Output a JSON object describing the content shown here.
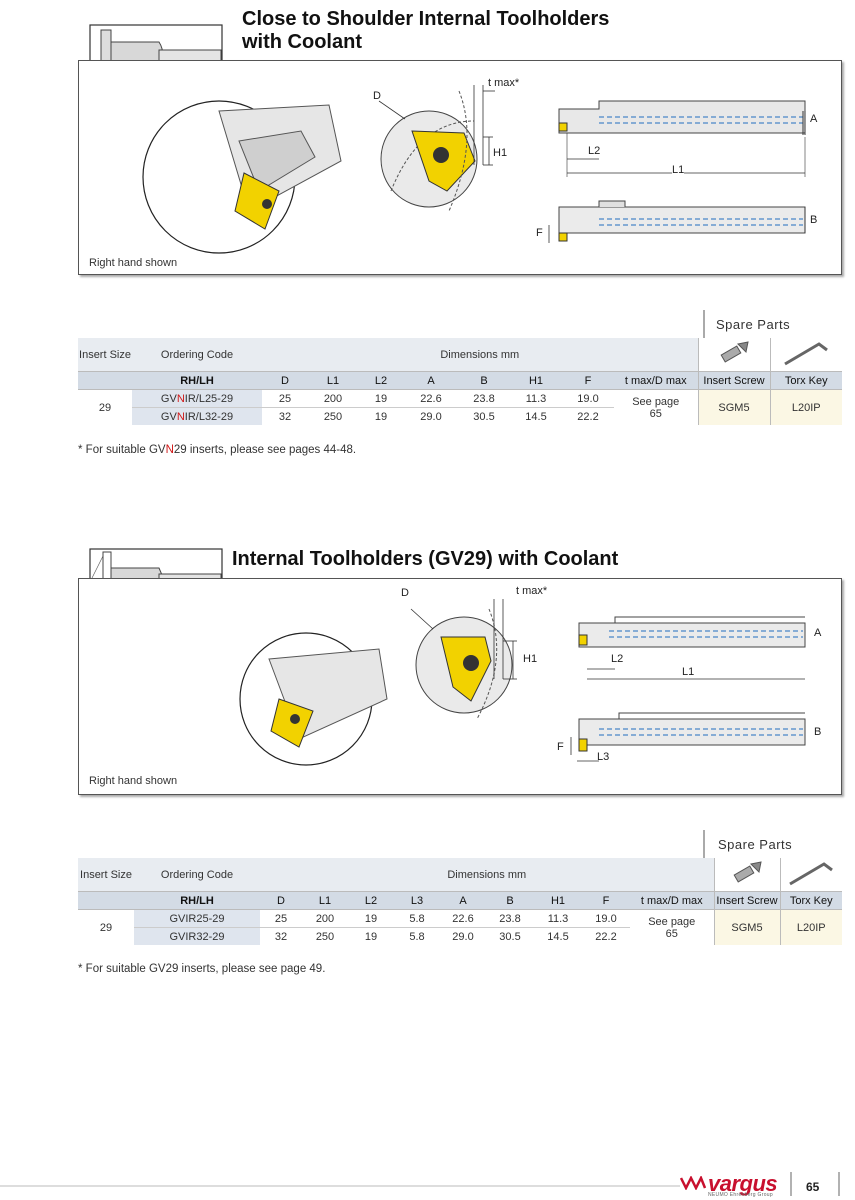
{
  "sections": [
    {
      "title_line1": "Close to Shoulder Internal Toolholders",
      "title_line2": "with Coolant",
      "figure": {
        "caption": "Right hand shown",
        "labels": {
          "d": "D",
          "tmax": "t max*",
          "h1": "H1",
          "a": "A",
          "b": "B",
          "f": "F",
          "l1": "L1",
          "l2": "L2"
        }
      },
      "spare_parts_title": "Spare Parts",
      "headers": {
        "insert_size": "Insert Size",
        "ordering_code": "Ordering Code",
        "dimensions": "Dimensions mm",
        "rhlh": "RH/LH",
        "cols": [
          "D",
          "L1",
          "L2",
          "A",
          "B",
          "H1",
          "F"
        ],
        "tmax": "t max/D max",
        "insert_screw": "Insert Screw",
        "torx_key": "Torx Key"
      },
      "insert_size": "29",
      "rows": [
        {
          "code_a": "GV",
          "code_hl": "N",
          "code_b": "IR/L25-29",
          "vals": [
            "25",
            "200",
            "19",
            "22.6",
            "23.8",
            "11.3",
            "19.0"
          ]
        },
        {
          "code_a": "GV",
          "code_hl": "N",
          "code_b": "IR/L32-29",
          "vals": [
            "32",
            "250",
            "19",
            "29.0",
            "30.5",
            "14.5",
            "22.2"
          ]
        }
      ],
      "tmax_value": "See page 65",
      "screw": "SGM5",
      "key": "L20IP",
      "footnote_a": "* For suitable GV",
      "footnote_hl": "N",
      "footnote_b": "29 inserts, please see pages 44-48."
    },
    {
      "title_line1": "Internal Toolholders (GV29) with Coolant",
      "figure": {
        "caption": "Right hand shown",
        "labels": {
          "d": "D",
          "tmax": "t max*",
          "h1": "H1",
          "a": "A",
          "b": "B",
          "f": "F",
          "l1": "L1",
          "l2": "L2",
          "l3": "L3"
        }
      },
      "spare_parts_title": "Spare Parts",
      "headers": {
        "insert_size": "Insert Size",
        "ordering_code": "Ordering Code",
        "dimensions": "Dimensions mm",
        "rhlh": "RH/LH",
        "cols": [
          "D",
          "L1",
          "L2",
          "L3",
          "A",
          "B",
          "H1",
          "F"
        ],
        "tmax": "t max/D max",
        "insert_screw": "Insert Screw",
        "torx_key": "Torx Key"
      },
      "insert_size": "29",
      "rows": [
        {
          "code": "GVIR25-29",
          "vals": [
            "25",
            "200",
            "19",
            "5.8",
            "22.6",
            "23.8",
            "11.3",
            "19.0"
          ]
        },
        {
          "code": "GVIR32-29",
          "vals": [
            "32",
            "250",
            "19",
            "5.8",
            "29.0",
            "30.5",
            "14.5",
            "22.2"
          ]
        }
      ],
      "tmax_value": "See page 65",
      "screw": "SGM5",
      "key": "L20IP",
      "footnote": "* For suitable GV29 inserts, please see page 49."
    }
  ],
  "footer": {
    "brand": "vargus",
    "brand_sub": "NEUMO Ehrenberg Group",
    "page_number": "65"
  },
  "colors": {
    "insert_yellow": "#f2d200",
    "highlight_red": "#d01818",
    "header_blue": "#d3dbe5",
    "spare_cream": "#fbf7e4"
  }
}
